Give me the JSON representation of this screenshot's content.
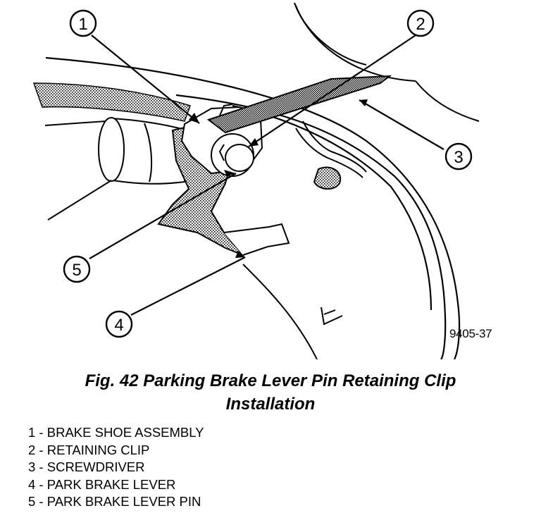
{
  "figure": {
    "id_label": "9405-37",
    "callouts": [
      "1",
      "2",
      "3",
      "4",
      "5"
    ]
  },
  "caption": {
    "line1": "Fig. 42 Parking Brake Lever Pin Retaining Clip",
    "line2": "Installation"
  },
  "legend": [
    {
      "num": "1",
      "text": "BRAKE SHOE ASSEMBLY"
    },
    {
      "num": "2",
      "text": "RETAINING CLIP"
    },
    {
      "num": "3",
      "text": "SCREWDRIVER"
    },
    {
      "num": "4",
      "text": "PARK BRAKE LEVER"
    },
    {
      "num": "5",
      "text": "PARK BRAKE LEVER PIN"
    }
  ]
}
